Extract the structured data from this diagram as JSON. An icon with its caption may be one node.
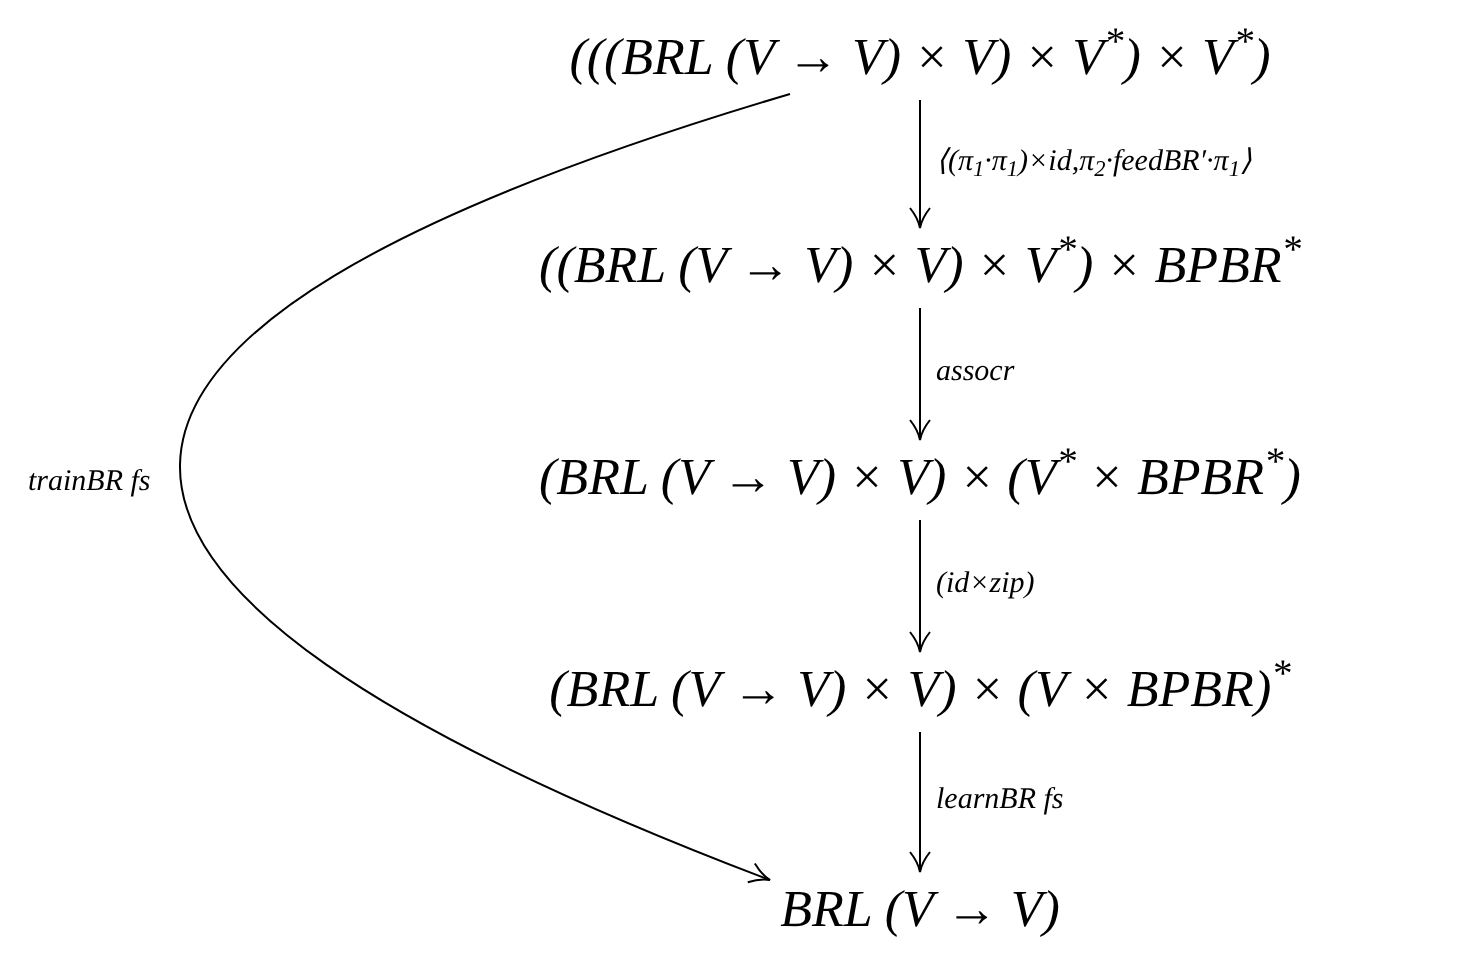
{
  "diagram": {
    "nodes": [
      {
        "text": [
          "(((BRL (V → V) × V) × V$^{*}$) × V$^{*}$)"
        ]
      },
      {
        "text": [
          "((BRL (V → V) × V) × V$^{*}$) × BPBR$^{*}$"
        ]
      },
      {
        "text": [
          "(BRL (V → V) × V) × (V$^{*}$ × BPBR$^{*}$)"
        ]
      },
      {
        "text": [
          "(BRL (V → V) × V) × (V × BPBR)$^{*}$"
        ]
      },
      {
        "text": [
          "BRL (V → V)"
        ]
      }
    ],
    "edges": [
      {
        "from": 0,
        "to": 1,
        "arrow": "to",
        "label": "⟨(π$_{1}$·π$_{1}$)×id,π$_{2}$·feedBR′·π$_{1}$⟩"
      },
      {
        "from": 1,
        "to": 2,
        "arrow": "to",
        "label": "assocr"
      },
      {
        "from": 2,
        "to": 3,
        "arrow": "to",
        "label": "(id×zip)"
      },
      {
        "from": 3,
        "to": 4,
        "arrow": "to",
        "label": "learnBR fs"
      },
      {
        "from": 0,
        "to": 4,
        "arrow": "to",
        "label": "trainBR fs"
      }
    ]
  }
}
